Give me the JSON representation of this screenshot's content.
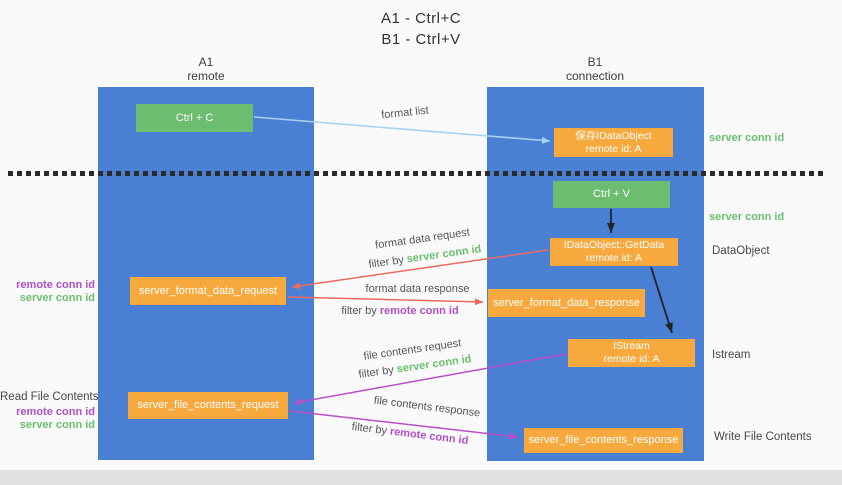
{
  "title": {
    "line1": "A1 - Ctrl+C",
    "line2": "B1 - Ctrl+V"
  },
  "columns": {
    "left": {
      "id": "A1",
      "name": "remote"
    },
    "right": {
      "id": "B1",
      "name": "connection"
    }
  },
  "nodes": {
    "ctrl_c": "Ctrl + C",
    "save_idataobject": {
      "line1": "保存IDataObject",
      "line2": "remote id: A"
    },
    "ctrl_v": "Ctrl + V",
    "getdata": {
      "line1": "IDataObject::GetData",
      "line2": "remote id: A"
    },
    "format_request": "server_format_data_request",
    "format_response": "server_format_data_response",
    "istream": {
      "line1": "IStream",
      "line2": "remote id: A"
    },
    "file_request": "server_file_contents_request",
    "file_response": "server_file_contents_response"
  },
  "arrow_labels": {
    "format_list": "format list",
    "format_data_request": "format data request",
    "filter_server_1": {
      "prefix": "filter by ",
      "value": "server conn id"
    },
    "format_data_response": "format data response",
    "filter_remote_1": {
      "prefix": "filter by ",
      "value": "remote conn id"
    },
    "file_contents_request": "file contents request",
    "filter_server_2": {
      "prefix": "filter by ",
      "value": "server conn id"
    },
    "file_contents_response": "file contents response",
    "filter_remote_2": {
      "prefix": "filter by ",
      "value": "remote conn id"
    }
  },
  "side_labels": {
    "server_conn_top": "server conn id",
    "server_conn_mid": "server conn id",
    "dataobject": "DataObject",
    "istream": "Istream",
    "write_file": "Write File Contents",
    "read_file": "Read File Contents",
    "left_remote_conn_1": "remote conn id",
    "left_server_conn_1": "server conn id",
    "left_remote_conn_2": "remote conn id",
    "left_server_conn_2": "server conn id"
  },
  "colors": {
    "lifeline_blue": "#4a80d4",
    "node_green": "#6dbd71",
    "node_orange": "#f8a93e",
    "arrow_red": "#ec6960",
    "arrow_magenta": "#bb4ec9",
    "arrow_blue": "#a7d3f1",
    "arrow_black": "#222222",
    "text_green": "#6abf6e",
    "text_purple": "#b14fc9"
  }
}
